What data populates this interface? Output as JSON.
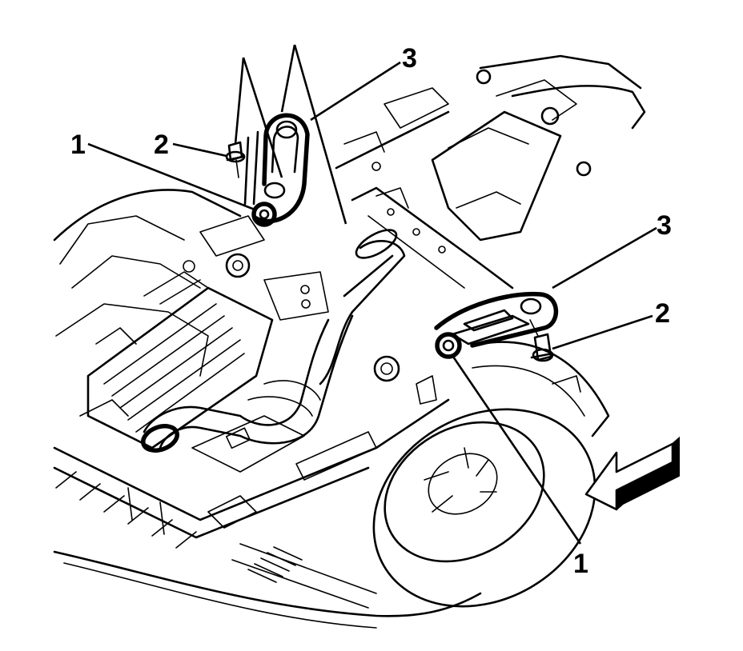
{
  "figure": {
    "callouts": {
      "c1_top": "1",
      "c2_top": "2",
      "c3_top": "3",
      "c1_bottom": "1",
      "c2_right": "2",
      "c3_right": "3"
    },
    "colors": {
      "line": "#000000",
      "background": "#ffffff"
    },
    "icons": {
      "direction_arrow": "front-direction-arrow-icon"
    }
  }
}
